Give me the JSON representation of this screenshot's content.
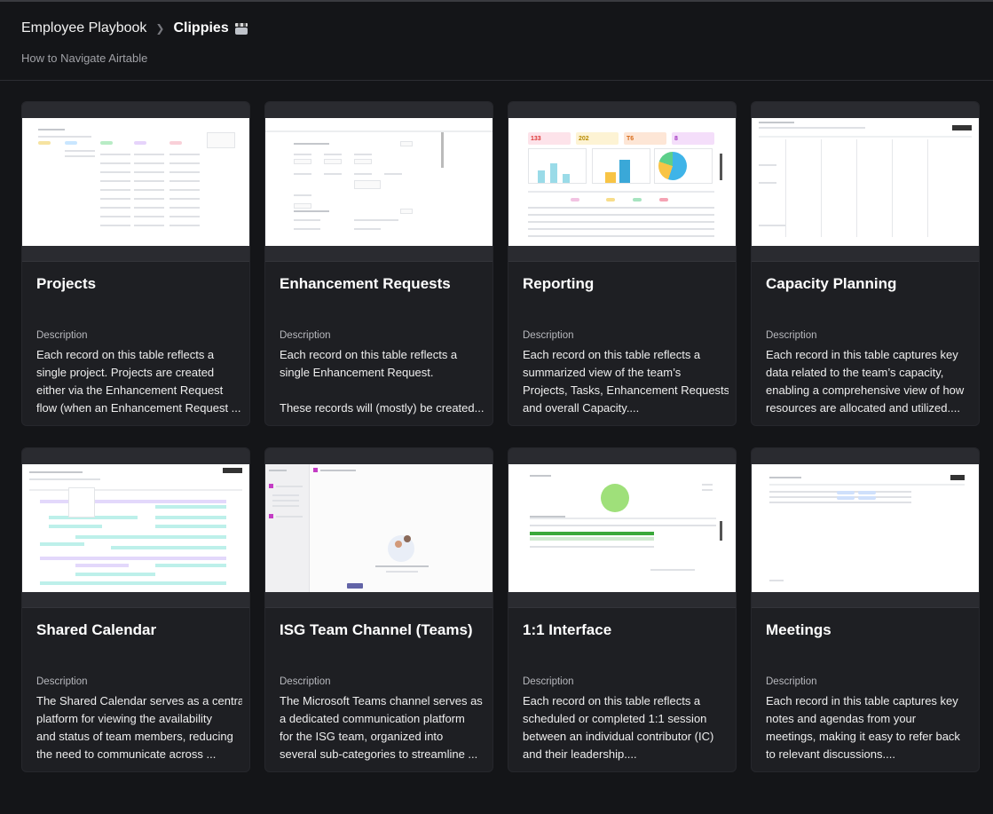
{
  "breadcrumb": {
    "root": "Employee Playbook",
    "current": "Clippies"
  },
  "subtitle": "How to Navigate Airtable",
  "description_label": "Description",
  "cards": [
    {
      "title": "Projects",
      "lines": [
        "Each record on this table reflects a",
        "single project. Projects are created",
        "either via the Enhancement Request",
        "flow (when an Enhancement Request ..."
      ]
    },
    {
      "title": "Enhancement Requests",
      "lines": [
        "Each record on this table reflects a",
        "single Enhancement Request.",
        "",
        "These records will (mostly) be created..."
      ]
    },
    {
      "title": "Reporting",
      "lines": [
        "Each record on this table reflects a",
        "summarized view of the team’s",
        "Projects, Tasks, Enhancement Requests,",
        "and overall Capacity...."
      ],
      "thumb_kpis": [
        "133",
        "202",
        "T6",
        "8"
      ]
    },
    {
      "title": "Capacity Planning",
      "lines": [
        "Each record in this table captures key",
        "data related to the team’s capacity,",
        "enabling a comprehensive view of how",
        "resources are allocated and utilized...."
      ]
    },
    {
      "title": "Shared Calendar",
      "lines": [
        "The Shared Calendar serves as a central",
        "platform for viewing the availability",
        "and status of team members, reducing",
        "the need to communicate across ..."
      ]
    },
    {
      "title": "ISG Team Channel (Teams)",
      "lines": [
        "The Microsoft Teams channel serves as",
        "a dedicated communication platform",
        "for the ISG team, organized into",
        "several sub-categories to streamline ..."
      ]
    },
    {
      "title": "1:1 Interface",
      "lines": [
        "Each record on this table reflects a",
        "scheduled or completed 1:1 session",
        "between an individual contributor (IC)",
        "and their leadership...."
      ]
    },
    {
      "title": "Meetings",
      "lines": [
        "Each record in this table captures key",
        "notes and agendas from your",
        "meetings, making it easy to refer back",
        "to relevant discussions...."
      ]
    }
  ],
  "colors": {
    "background": "#141518",
    "card": "#1e1f23",
    "accent_teal": "#bdf0ea",
    "accent_purple": "#e3d8fb"
  }
}
